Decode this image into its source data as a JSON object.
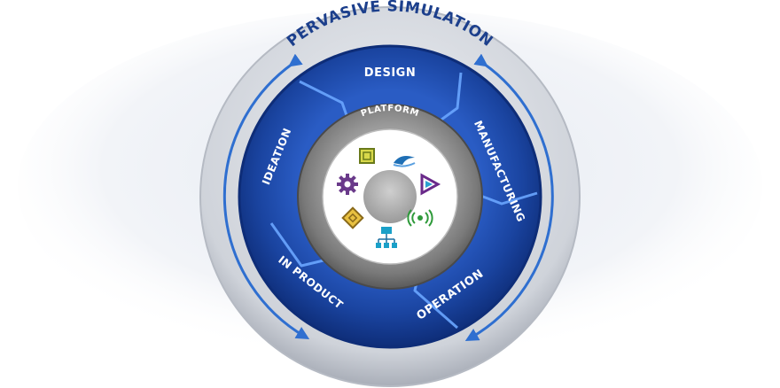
{
  "title": "PERVASIVE SIMULATION",
  "platform": "PLATFORM",
  "stages": [
    {
      "label": "DESIGN"
    },
    {
      "label": "MANUFACTURING"
    },
    {
      "label": "OPERATION"
    },
    {
      "label": "IN PRODUCT"
    },
    {
      "label": "IDEATION"
    }
  ],
  "icons": [
    {
      "name": "chip-icon",
      "color": "#8a9a2a"
    },
    {
      "name": "wave-icon",
      "color": "#1f6fb5"
    },
    {
      "name": "triangle-icon",
      "color": "#6a2a8a"
    },
    {
      "name": "signal-icon",
      "color": "#2e9a3a"
    },
    {
      "name": "network-icon",
      "color": "#1aa0c8"
    },
    {
      "name": "diamond-icon",
      "color": "#c8a020"
    },
    {
      "name": "gear-icon",
      "color": "#6a3a8a"
    }
  ],
  "colors": {
    "outer_ring": "#c9ccd3",
    "blue_dark": "#0f2f7a",
    "blue_mid": "#1f4fb0",
    "blue_light": "#4a8ae0",
    "title_text": "#1c3f8c",
    "platform_ring": "#8a8a8a"
  }
}
